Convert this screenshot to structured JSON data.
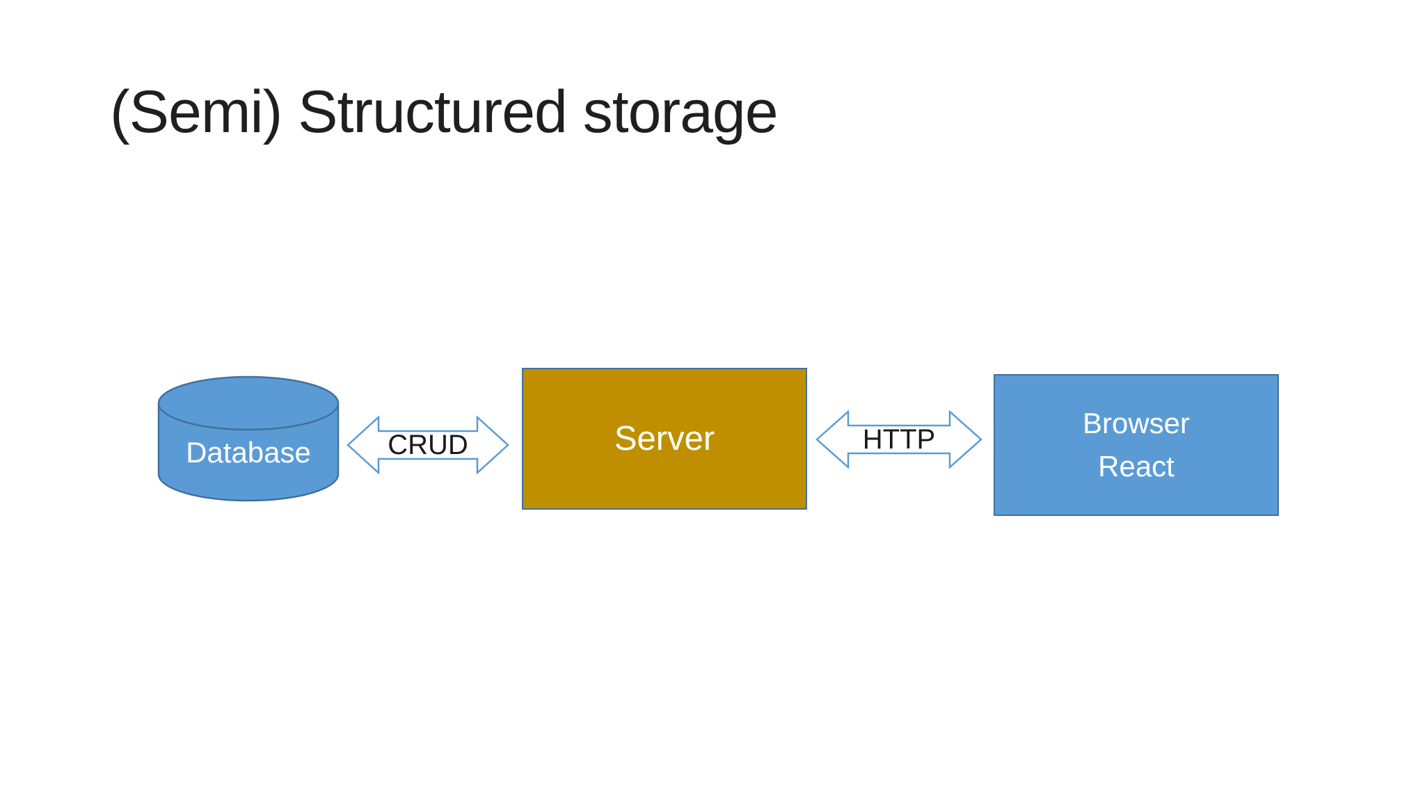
{
  "slide": {
    "title": "(Semi) Structured storage",
    "background_color": "#FFFFFF",
    "title_color": "#1F1F1F"
  },
  "diagram": {
    "nodes": [
      {
        "id": "database",
        "shape": "cylinder",
        "label": "Database",
        "fill": "#5B9BD5",
        "stroke": "#41719C",
        "text_color": "#FFFFFF"
      },
      {
        "id": "server",
        "shape": "rectangle",
        "label": "Server",
        "fill": "#BF8F00",
        "stroke": "#41719C",
        "text_color": "#FFFFFF"
      },
      {
        "id": "browser",
        "shape": "rectangle",
        "label_lines": [
          "Browser",
          "React"
        ],
        "fill": "#5B9BD5",
        "stroke": "#41719C",
        "text_color": "#FFFFFF"
      }
    ],
    "connectors": [
      {
        "id": "crud",
        "type": "double-arrow",
        "label": "CRUD",
        "from": "database",
        "to": "server",
        "fill": "#FFFFFF",
        "stroke": "#5B9BD5",
        "text_color": "#1A1A1A"
      },
      {
        "id": "http",
        "type": "double-arrow",
        "label": "HTTP",
        "from": "server",
        "to": "browser",
        "fill": "#FFFFFF",
        "stroke": "#5B9BD5",
        "text_color": "#1A1A1A"
      }
    ]
  }
}
